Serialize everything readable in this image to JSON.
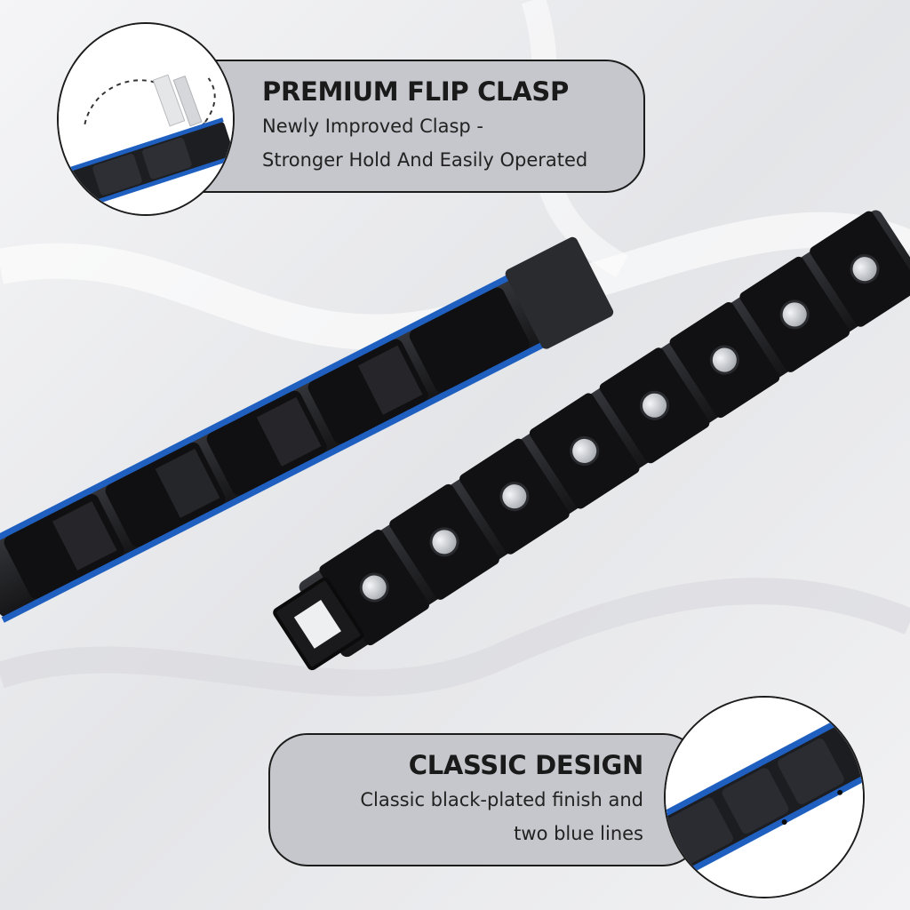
{
  "callouts": {
    "clasp": {
      "title": "PREMIUM FLIP CLASP",
      "line1": "Newly Improved Clasp -",
      "line2": "Stronger Hold And Easily Operated"
    },
    "design": {
      "title": "CLASSIC DESIGN",
      "line1": "Classic black-plated finish and",
      "line2": "two blue lines"
    }
  },
  "colors": {
    "band_black": "#1f1f21",
    "accent_blue": "#1f5fbf",
    "magnet_silver": "#cfd2d6",
    "callout_fill": "#c6c7cc"
  },
  "product": {
    "name": "bracelet",
    "magnet_count": 8
  }
}
